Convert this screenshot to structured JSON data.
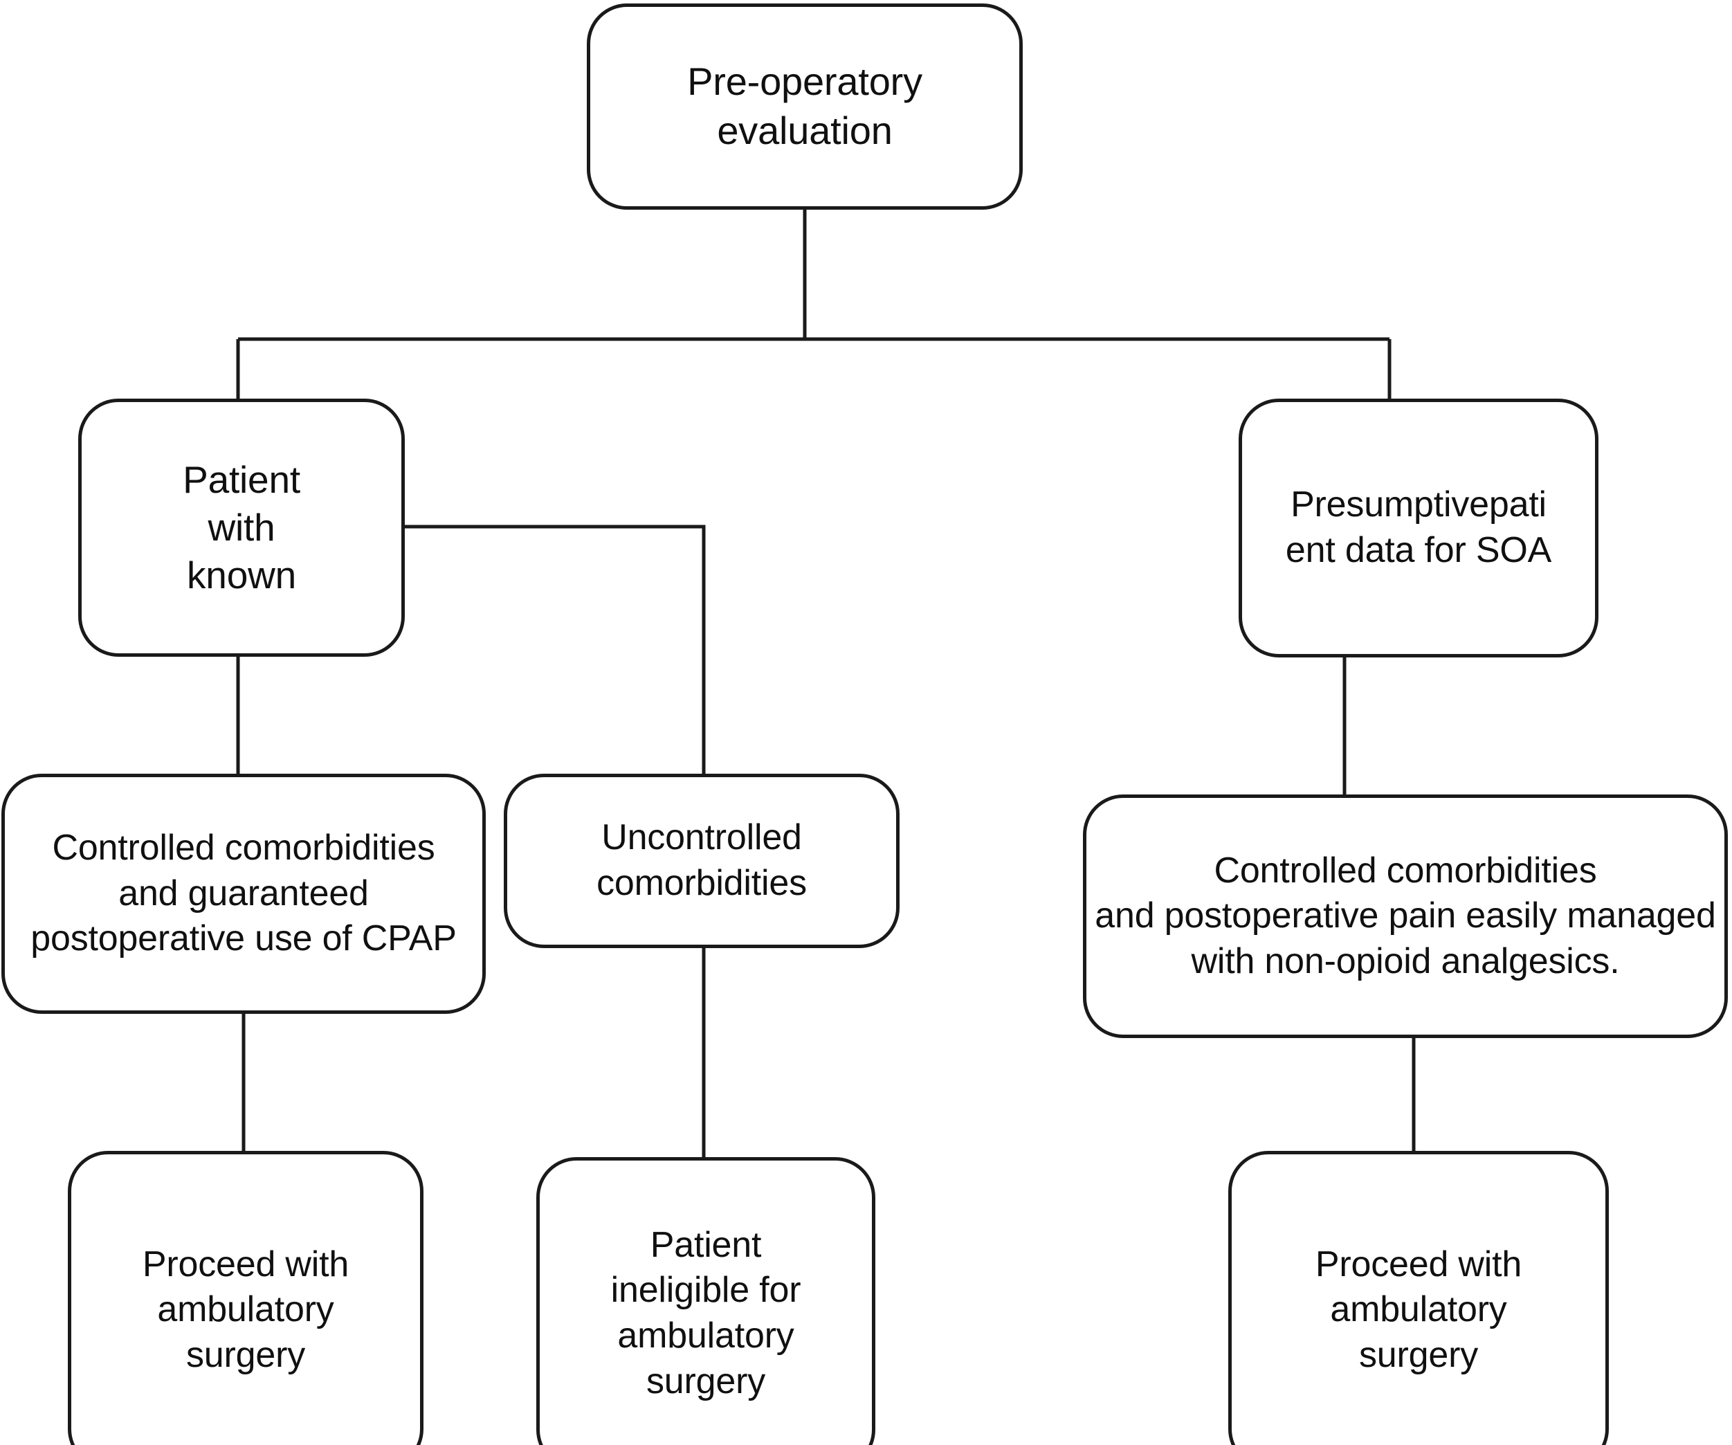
{
  "diagram": {
    "type": "flowchart",
    "orientation": "top-down",
    "background_color": "#ffffff",
    "stroke_color": "#1a1a1a",
    "text_color": "#101010",
    "nodes": [
      {
        "id": "preop",
        "label": "Pre-operatory\nevaluation",
        "shape": "rounded-rectangle"
      },
      {
        "id": "known",
        "label": "Patient\nwith\nknown",
        "shape": "rounded-rectangle"
      },
      {
        "id": "presumptive",
        "label": "Presumptivepati\nent data for SOA",
        "shape": "rounded-rectangle"
      },
      {
        "id": "ctrl-left",
        "label": "Controlled comorbidities\nand guaranteed\npostoperative use of CPAP",
        "shape": "rounded-rectangle"
      },
      {
        "id": "unctrl",
        "label": "Uncontrolled\ncomorbidities",
        "shape": "rounded-rectangle"
      },
      {
        "id": "ctrl-right",
        "label": "Controlled comorbidities\nand postoperative pain easily managed\nwith non-opioid analgesics.",
        "shape": "rounded-rectangle"
      },
      {
        "id": "proceed-l",
        "label": "Proceed with\nambulatory\nsurgery",
        "shape": "rounded-rectangle"
      },
      {
        "id": "ineligible",
        "label": "Patient\nineligible for\nambulatory\nsurgery",
        "shape": "rounded-rectangle"
      },
      {
        "id": "proceed-r",
        "label": "Proceed with\nambulatory\nsurgery",
        "shape": "rounded-rectangle"
      }
    ],
    "edges": [
      {
        "from": "preop",
        "to": "known",
        "style": "orthogonal"
      },
      {
        "from": "preop",
        "to": "presumptive",
        "style": "orthogonal"
      },
      {
        "from": "known",
        "to": "ctrl-left",
        "style": "straight"
      },
      {
        "from": "known",
        "to": "unctrl",
        "style": "orthogonal"
      },
      {
        "from": "presumptive",
        "to": "ctrl-right",
        "style": "straight"
      },
      {
        "from": "ctrl-left",
        "to": "proceed-l",
        "style": "straight"
      },
      {
        "from": "unctrl",
        "to": "ineligible",
        "style": "straight"
      },
      {
        "from": "ctrl-right",
        "to": "proceed-r",
        "style": "straight"
      }
    ]
  }
}
